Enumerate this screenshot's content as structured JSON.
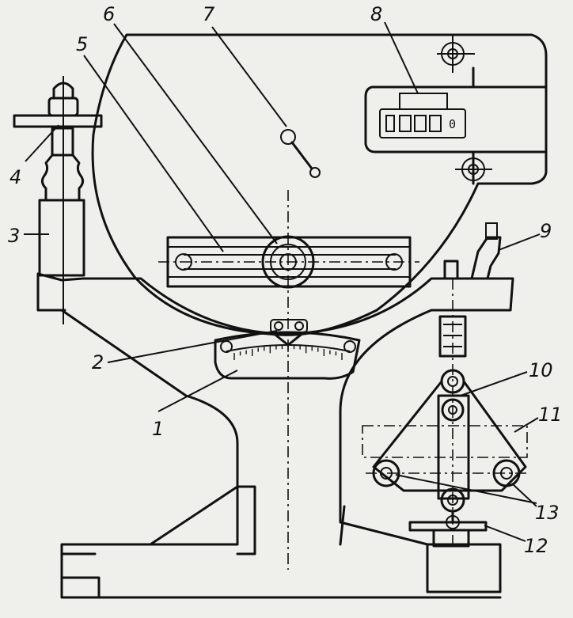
{
  "callouts": [
    "1",
    "2",
    "3",
    "4",
    "5",
    "6",
    "7",
    "8",
    "9",
    "10",
    "11",
    "12",
    "13"
  ],
  "counter_display": "0"
}
